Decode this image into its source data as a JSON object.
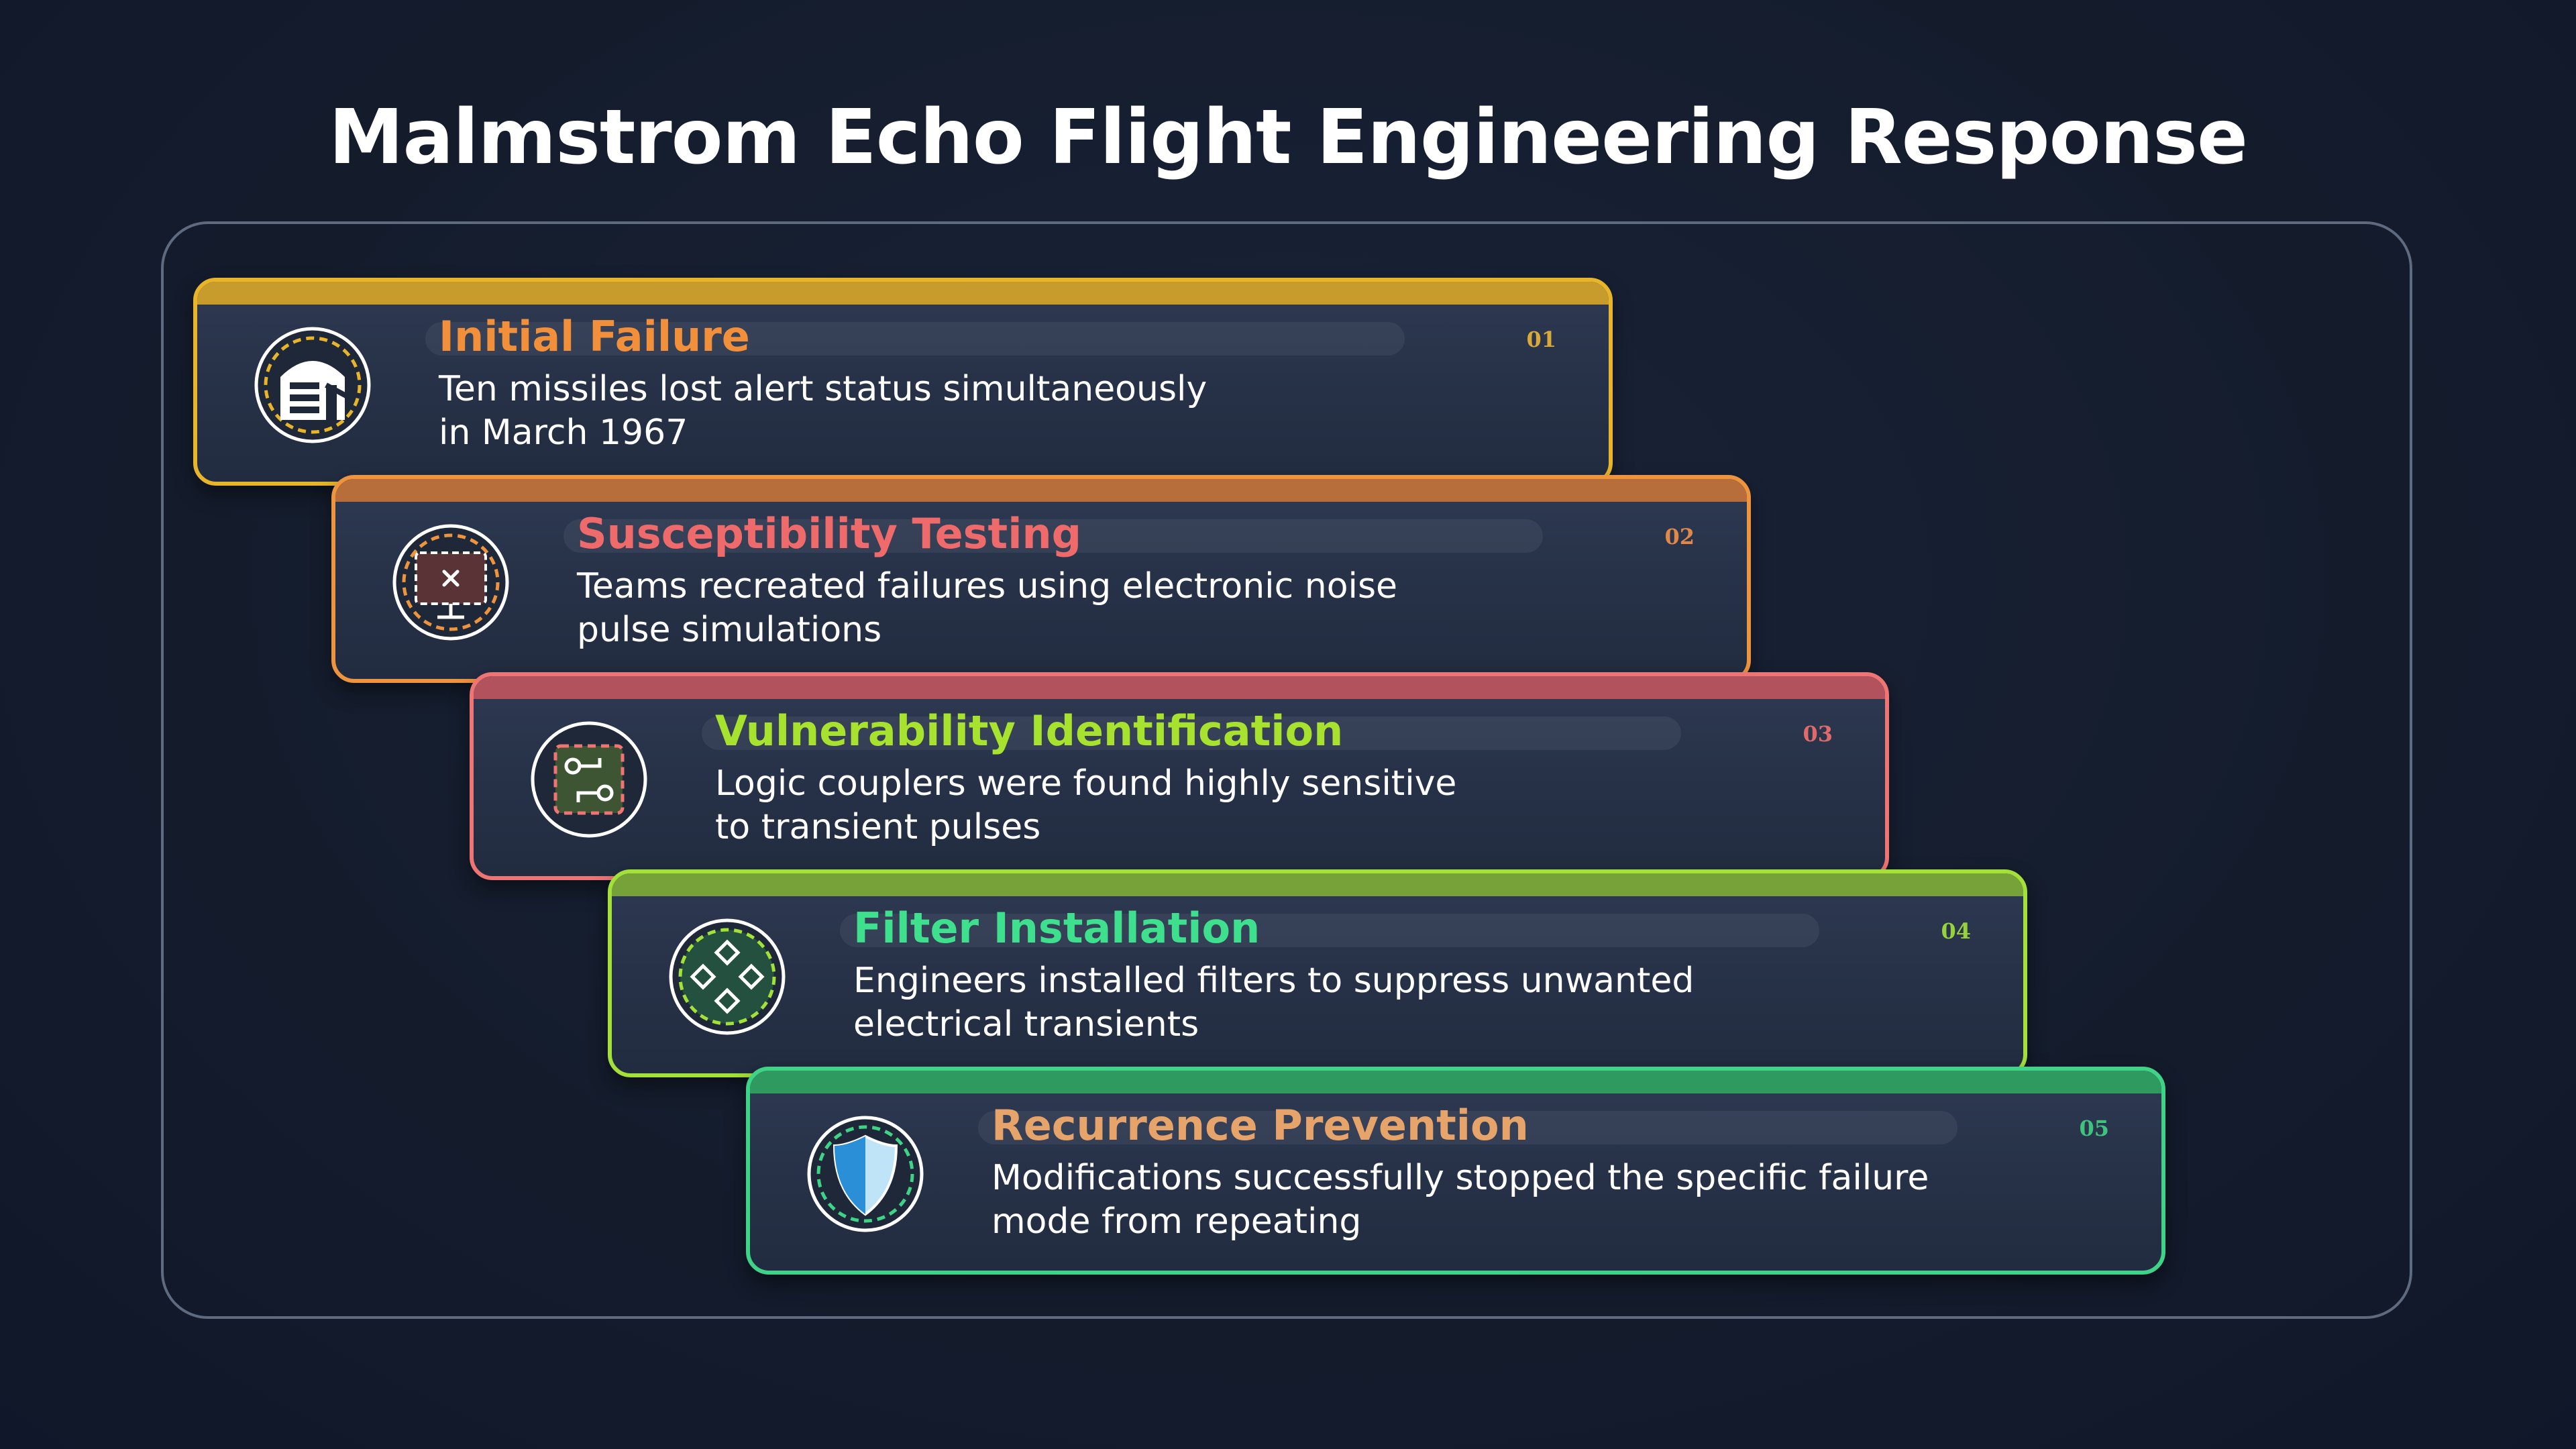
{
  "title": "Malmstrom Echo Flight Engineering Response",
  "steps": [
    {
      "number": "01",
      "heading": "Initial Failure",
      "line1": "Ten missiles lost alert status simultaneously",
      "line2": "in March 1967",
      "icon": "missile-silo-icon",
      "border_color": "#e8b52a",
      "cap_color": "#c79b2c",
      "heading_color": "#f28f3b",
      "number_color": "#d9a93a"
    },
    {
      "number": "02",
      "heading": "Susceptibility Testing",
      "line1": "Teams recreated failures using electronic noise",
      "line2": "pulse simulations",
      "icon": "test-monitor-icon",
      "border_color": "#ee943e",
      "cap_color": "#b86e3a",
      "heading_color": "#ef6b6b",
      "number_color": "#e0884a"
    },
    {
      "number": "03",
      "heading": "Vulnerability Identification",
      "line1": "Logic couplers were found highly sensitive",
      "line2": "to transient pulses",
      "icon": "circuit-board-icon",
      "border_color": "#ef7474",
      "cap_color": "#b2525c",
      "heading_color": "#a6e22e",
      "number_color": "#e06a6a"
    },
    {
      "number": "04",
      "heading": "Filter Installation",
      "line1": "Engineers installed filters to suppress unwanted",
      "line2": "electrical transients",
      "icon": "filter-network-icon",
      "border_color": "#a3e03a",
      "cap_color": "#77a23a",
      "heading_color": "#3ee08e",
      "number_color": "#96d23c"
    },
    {
      "number": "05",
      "heading": "Recurrence Prevention",
      "line1": "Modifications successfully stopped the specific failure",
      "line2": "mode from repeating",
      "icon": "shield-icon",
      "border_color": "#3fd387",
      "cap_color": "#2f9a60",
      "heading_color": "#e6a36a",
      "number_color": "#3ec47c"
    }
  ]
}
